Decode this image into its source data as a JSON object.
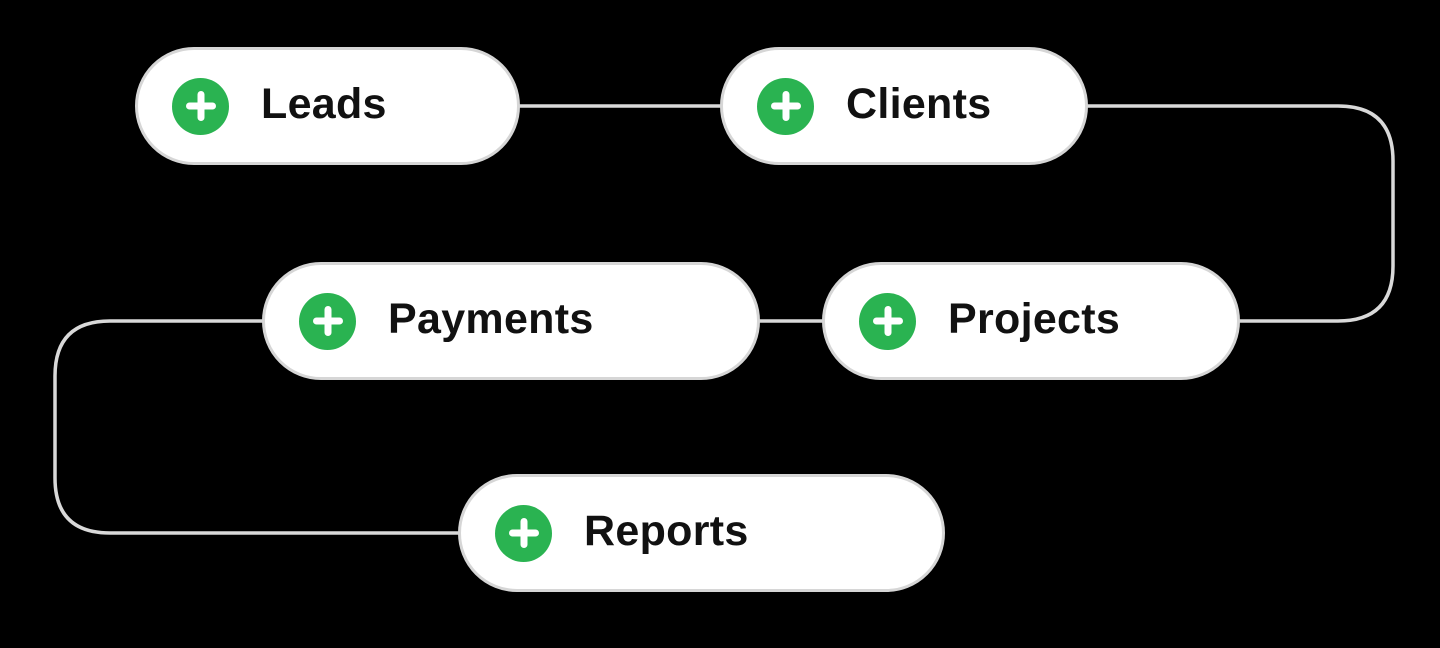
{
  "diagram": {
    "type": "flow",
    "nodes": [
      {
        "id": "leads",
        "label": "Leads"
      },
      {
        "id": "clients",
        "label": "Clients"
      },
      {
        "id": "payments",
        "label": "Payments"
      },
      {
        "id": "projects",
        "label": "Projects"
      },
      {
        "id": "reports",
        "label": "Reports"
      }
    ],
    "edges": [
      {
        "from": "leads",
        "to": "clients"
      },
      {
        "from": "clients",
        "to": "projects"
      },
      {
        "from": "projects",
        "to": "payments"
      },
      {
        "from": "payments",
        "to": "reports"
      }
    ],
    "node_icon": "plus-icon"
  },
  "colors": {
    "background": "#000000",
    "node_background": "#ffffff",
    "node_border": "#d6d6d6",
    "accent_green": "#2ab351",
    "icon_glyph": "#ffffff",
    "label_text": "#111111",
    "connector": "#d9d9d9"
  }
}
